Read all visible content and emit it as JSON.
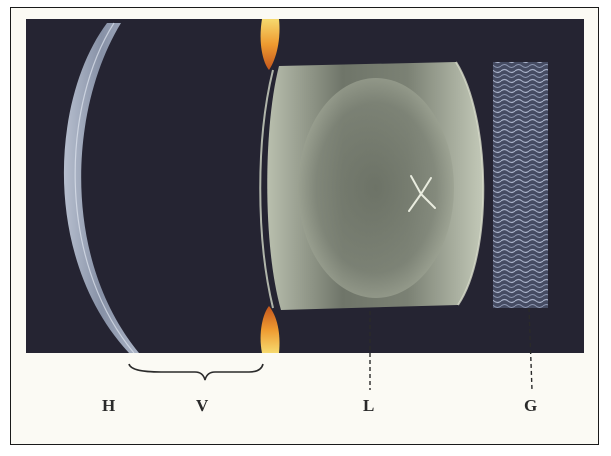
{
  "labels": {
    "h": "H",
    "v": "V",
    "l": "L",
    "g": "G"
  },
  "colors": {
    "background": "#23222e",
    "cornea": "#a9b4c6",
    "lens": "#8e9489",
    "vitreous_body": "#9aa3b6",
    "iris_orange": "#e8892a",
    "iris_yellow": "#f4d36a"
  }
}
